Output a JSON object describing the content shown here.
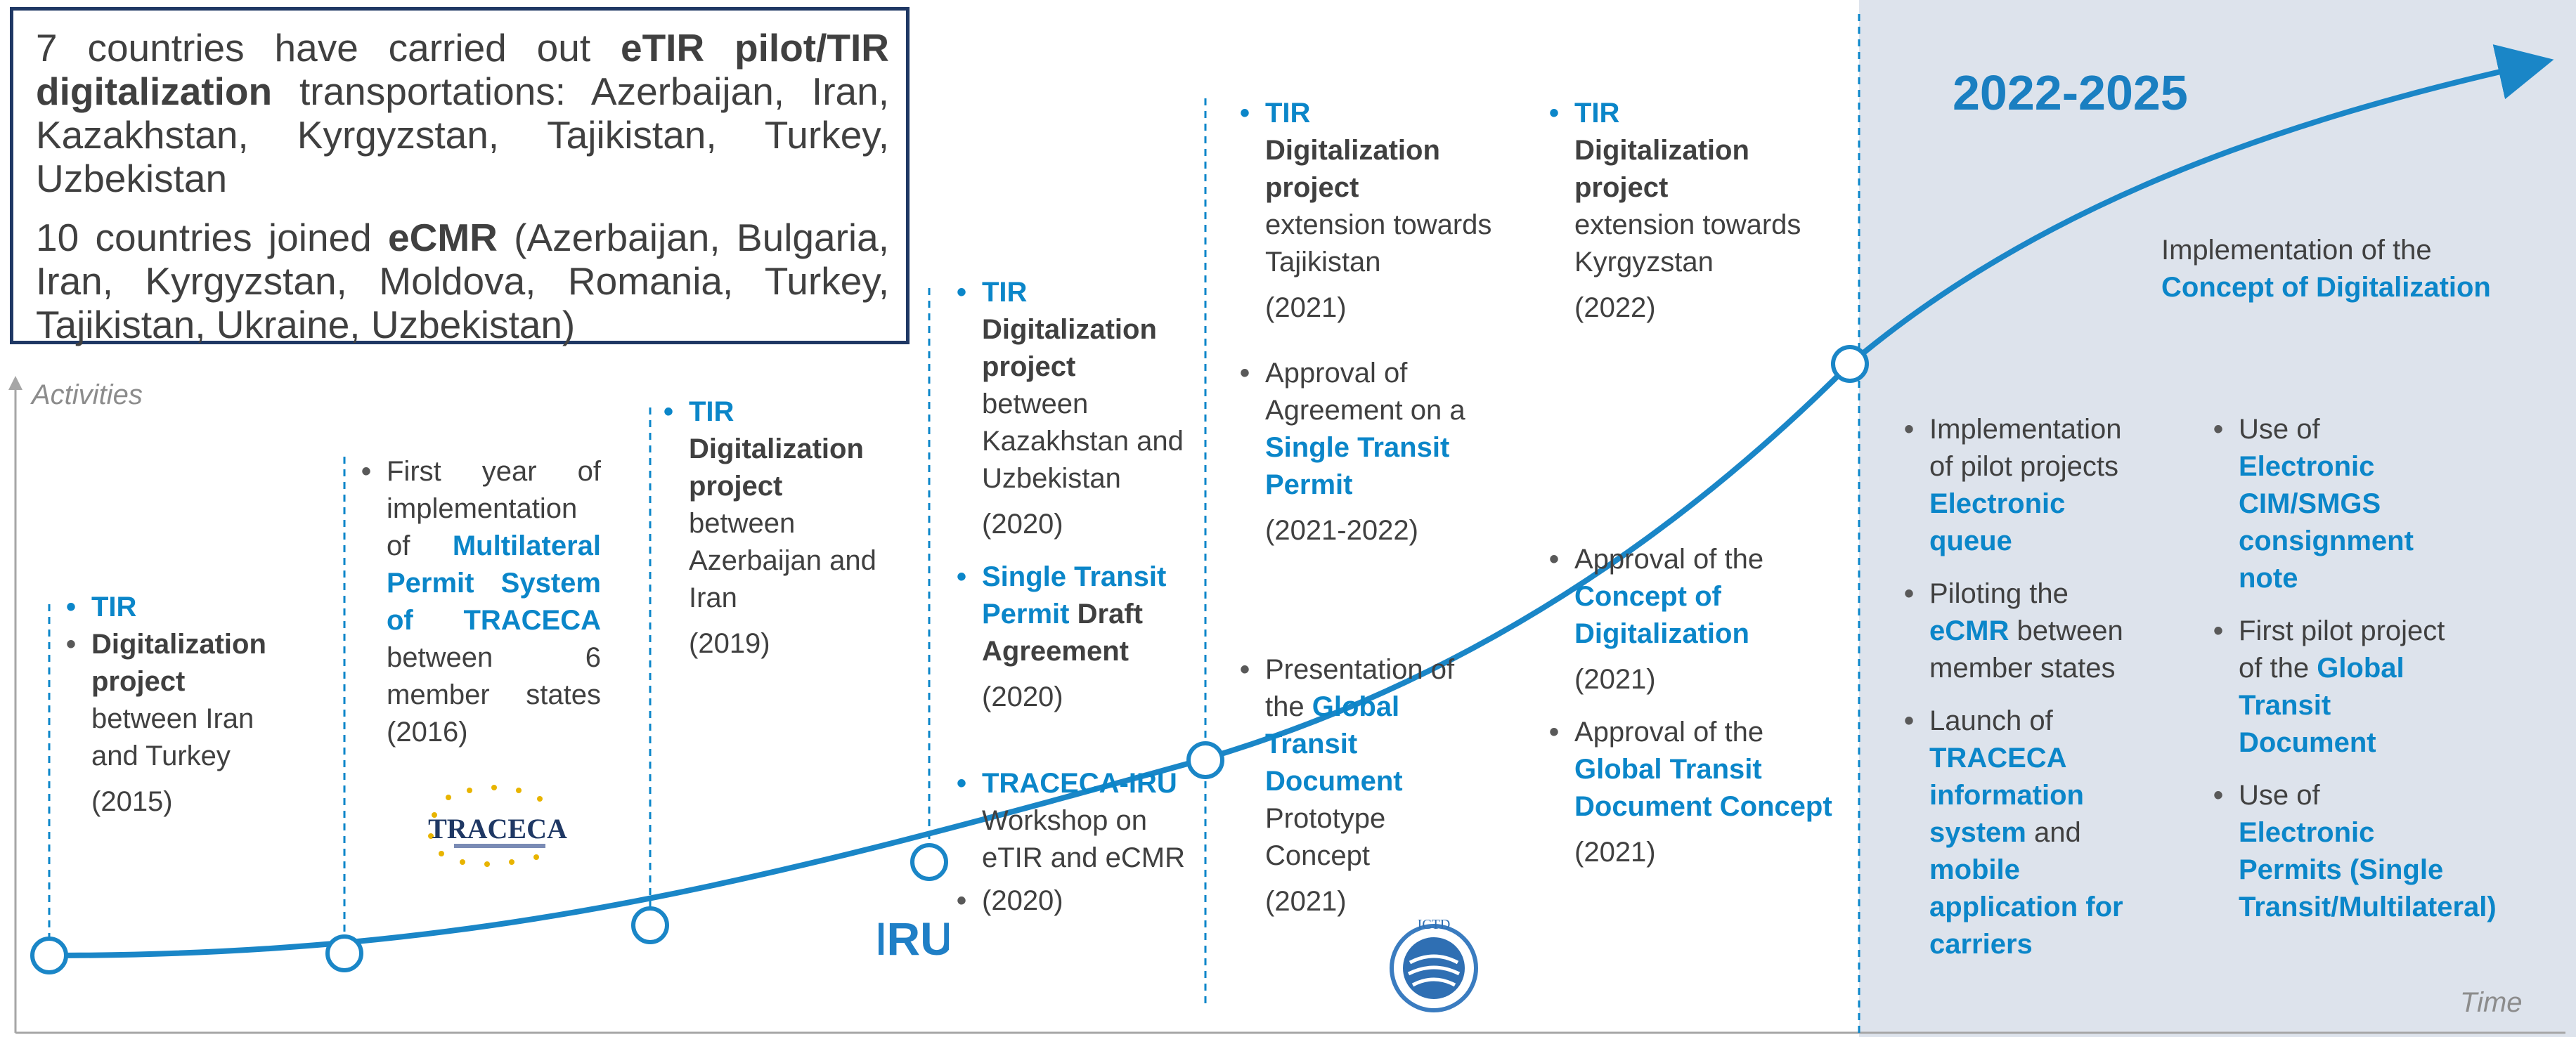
{
  "info_box": {
    "p1_pre": "7 countries have carried out ",
    "p1_bold": "eTIR pilot/TIR digitalization",
    "p1_post": " transportations: Azerbaijan, Iran, Kazakhstan, Kyrgyzstan, Tajikistan, Turkey, Uzbekistan",
    "p2_pre": "10 countries joined ",
    "p2_bold": "eCMR",
    "p2_post": " (Azerbaijan, Bulgaria, Iran, Kyrgyzstan, Moldova, Romania, Turkey, Tajikistan, Ukraine, Uzbekistan)"
  },
  "axes": {
    "y_label": "Activities",
    "x_label": "Time"
  },
  "milestones": {
    "m2015": {
      "tir": "TIR",
      "title": "Digitalization project",
      "text": "between Iran and Turkey",
      "year": "(2015)"
    },
    "m2016": {
      "pre": "First year of implementation of ",
      "highlight": "Multilateral Permit System of TRACECA",
      "post": " between 6 member states (2016)",
      "logo": "TRACECA"
    },
    "m2019": {
      "tir": "TIR",
      "title": "Digitalization project",
      "text": "between Azerbaijan and Iran",
      "year": "(2019)"
    },
    "m2020": {
      "tir": "TIR",
      "title": "Digitalization project",
      "text": "between Kazakhstan and Uzbekistan",
      "year": "(2020)",
      "stp_blue": "Single Transit Permit",
      "stp_dark": " Draft Agreement",
      "stp_year": "(2020)",
      "iru_blue": "TRACECA-IRU",
      "iru_text": "Workshop on eTIR and eCMR",
      "iru_year": "(2020)",
      "iru_logo": "IRU"
    },
    "m2021a": {
      "tir": "TIR",
      "title": "Digitalization project",
      "text": "extension towards Tajikistan",
      "year": "(2021)",
      "agr_pre": "Approval of Agreement on a ",
      "agr_blue": "Single Transit Permit",
      "agr_year": "(2021-2022)",
      "pres_pre": "Presentation of the ",
      "pres_blue": "Global Transit Document",
      "pres_post": " Prototype Concept",
      "pres_year": "(2021)",
      "logo": "ICTD"
    },
    "m2022": {
      "tir": "TIR",
      "title": "Digitalization project",
      "text": "extension towards Kyrgyzstan",
      "year": "(2022)",
      "c_pre": "Approval of the ",
      "c_blue": "Concept of Digitalization",
      "c_year": "(2021)",
      "g_pre": "Approval of the ",
      "g_blue": "Global Transit Document Concept",
      "g_year": "(2021)"
    }
  },
  "future": {
    "period": "2022-2025",
    "impl_pre": "Implementation of the",
    "impl_blue": "Concept of Digitalization",
    "left": [
      {
        "pre": "Implementation of pilot projects ",
        "blue": "Electronic queue",
        "post": ""
      },
      {
        "pre": "Piloting the ",
        "blue": "eCMR",
        "post": " between member states"
      },
      {
        "pre": "Launch of ",
        "blue": "TRACECA information system",
        "mid": " and ",
        "blue2": "mobile application for carriers"
      }
    ],
    "right": [
      {
        "pre": "Use of ",
        "blue": "Electronic CIM/SMGS consignment note"
      },
      {
        "pre": "First pilot project of the ",
        "blue": "Global Transit Document"
      },
      {
        "pre": "Use of ",
        "blue": "Electronic Permits (Single Transit/Multilateral)"
      }
    ]
  },
  "colors": {
    "curve": "#1a86c7",
    "accent": "#0b86c9",
    "box_border": "#1f3864",
    "shade": "#dde3ec"
  }
}
